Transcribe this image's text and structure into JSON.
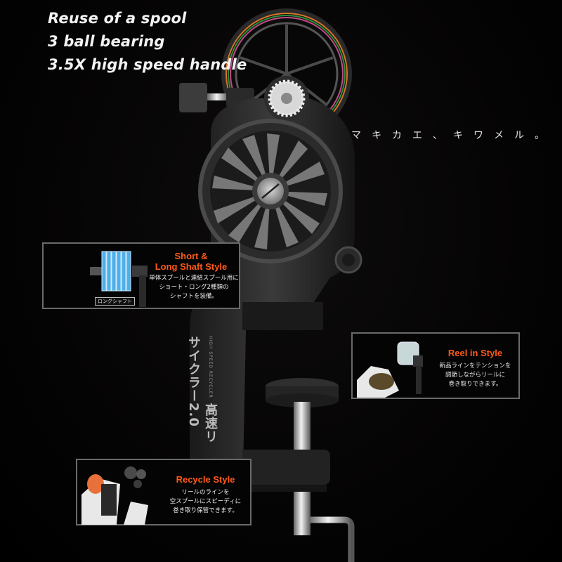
{
  "features": [
    {
      "label": "Reuse of a spool"
    },
    {
      "label": "3 ball bearing"
    },
    {
      "label": "3.5X high speed handle"
    }
  ],
  "tagline": "マキカエ、キワメル。",
  "product": {
    "arm_label": "高速リサイクラー2.0",
    "arm_brand": "HIGH SPEED RECYCLER",
    "line_colors": [
      "#d8762a",
      "#2f8f3a",
      "#c24a8a"
    ]
  },
  "callouts": {
    "short_long": {
      "title_line1": "Short &",
      "title_line2": "Long Shaft Style",
      "desc_line1": "単体スプールと連結スプール用に",
      "desc_line2": "ショート・ロング2種類の",
      "desc_line3": "シャフトを装備。",
      "image_label": "ロングシャフト",
      "spool_color": "#4fb0e8"
    },
    "reel_in": {
      "title": "Reel in Style",
      "desc_line1": "新品ラインをテンションを",
      "desc_line2": "調節しながらリールに",
      "desc_line3": "巻き取りできます。"
    },
    "recycle": {
      "title": "Recycle Style",
      "desc_line1": "リールのラインを",
      "desc_line2": "空スプールにスピーディに",
      "desc_line3": "巻き取り保管できます。"
    }
  },
  "colors": {
    "accent": "#ff5a1a",
    "text": "#f2f2f2",
    "background": "#000000"
  }
}
